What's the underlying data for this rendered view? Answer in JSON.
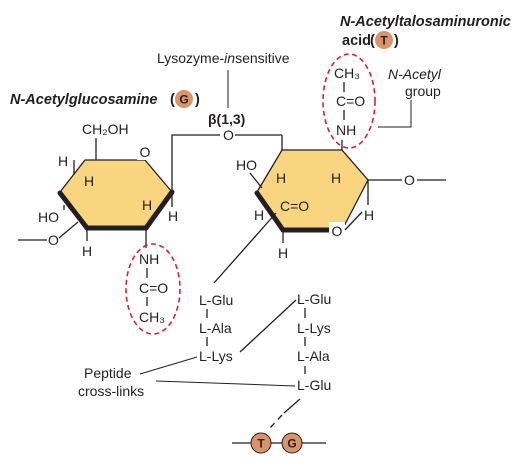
{
  "labels": {
    "nag_name": "N-Acetylglucosamine",
    "nag_symbol": "G",
    "nat_name_line1": "N-Acetyltalosaminuronic",
    "nat_name_line2": "acid",
    "nat_symbol": "T",
    "lysozyme": "Lysozyme-insensitive",
    "lysozyme_prefix": "Lysozyme-",
    "lysozyme_italic": "in",
    "lysozyme_suffix": "sensitive",
    "beta_link": "β(1,3)",
    "nacetyl_line1": "N-Acetyl",
    "nacetyl_line2": "group",
    "crosslinks_line1": "Peptide",
    "crosslinks_line2": "cross-links"
  },
  "atoms": {
    "ch2oh": "CH₂OH",
    "ho": "HO",
    "h": "H",
    "o": "O",
    "nh": "NH",
    "co": "C=O",
    "ch3": "CH₃",
    "bridge_o": "O",
    "right_o": "O"
  },
  "left_peptide": [
    "L-Glu",
    "L-Ala",
    "L-Lys"
  ],
  "right_peptide": [
    "L-Glu",
    "L-Lys",
    "L-Ala",
    "L-Glu"
  ],
  "chain": {
    "t": "T",
    "g": "G"
  },
  "colors": {
    "ring_fill": "#f8d57e",
    "badge": "#d99468",
    "dashed_oval": "#d2232a"
  }
}
